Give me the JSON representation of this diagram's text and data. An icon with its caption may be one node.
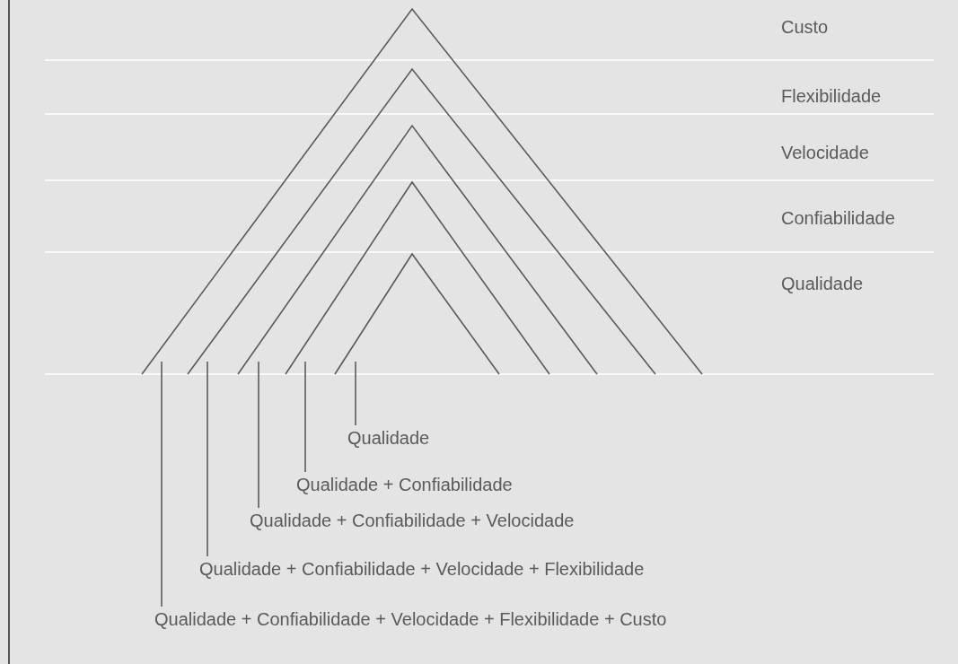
{
  "diagram": {
    "nodes": [
      {
        "text": [
          "Qualidade"
        ]
      },
      {
        "text": [
          "Qualidade + Confiabilidade"
        ]
      },
      {
        "text": [
          "Qualidade + Confiabilidade + Velocidade"
        ]
      },
      {
        "text": [
          "Qualidade + Confiabilidade + Velocidade + Flexibilidade"
        ]
      },
      {
        "text": [
          "Qualidade + Confiabilidade + Velocidade + Flexibilidade + Custo"
        ]
      }
    ],
    "edges": [
      {
        "from": 0,
        "to": null,
        "arrow": "none"
      },
      {
        "from": 1,
        "to": null,
        "arrow": "none"
      },
      {
        "from": 2,
        "to": null,
        "arrow": "none"
      },
      {
        "from": 3,
        "to": null,
        "arrow": "none"
      },
      {
        "from": 4,
        "to": null,
        "arrow": "none"
      }
    ],
    "labels": [
      "Custo",
      "Flexibilidade",
      "Velocidade",
      "Confiabilidade",
      "Qualidade"
    ]
  }
}
